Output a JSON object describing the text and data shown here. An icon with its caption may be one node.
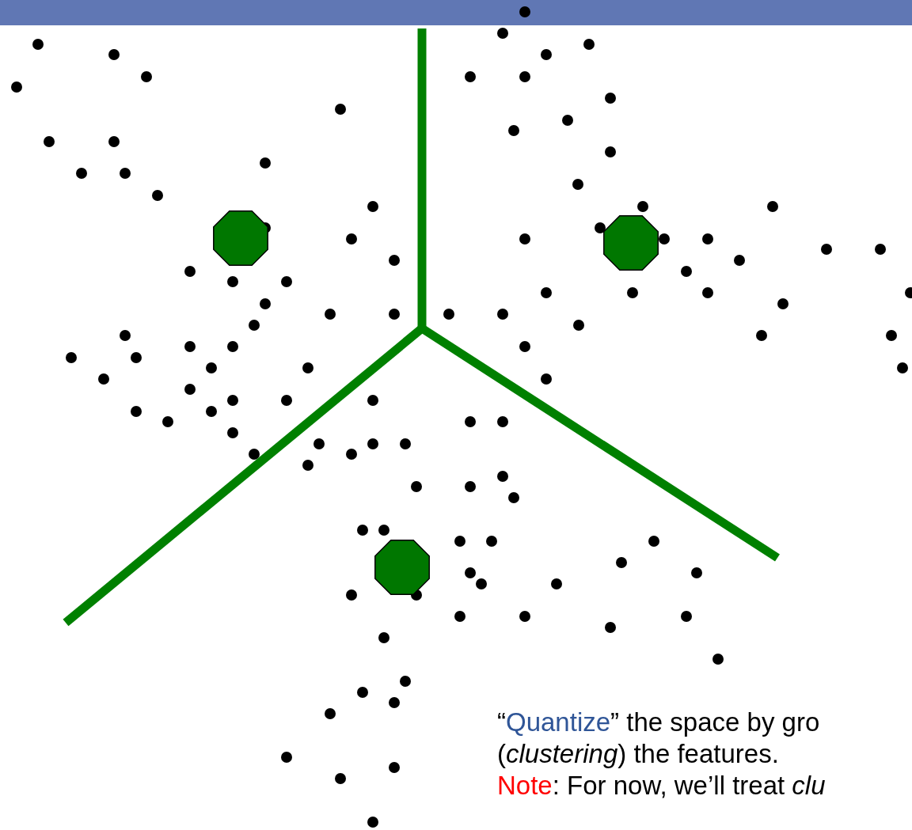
{
  "diagram": {
    "labels": [
      "“Quantize” the space by gro",
      "(*clustering*) the features.",
      "Note: For now, we’ll treat *clu*"
    ]
  }
}
